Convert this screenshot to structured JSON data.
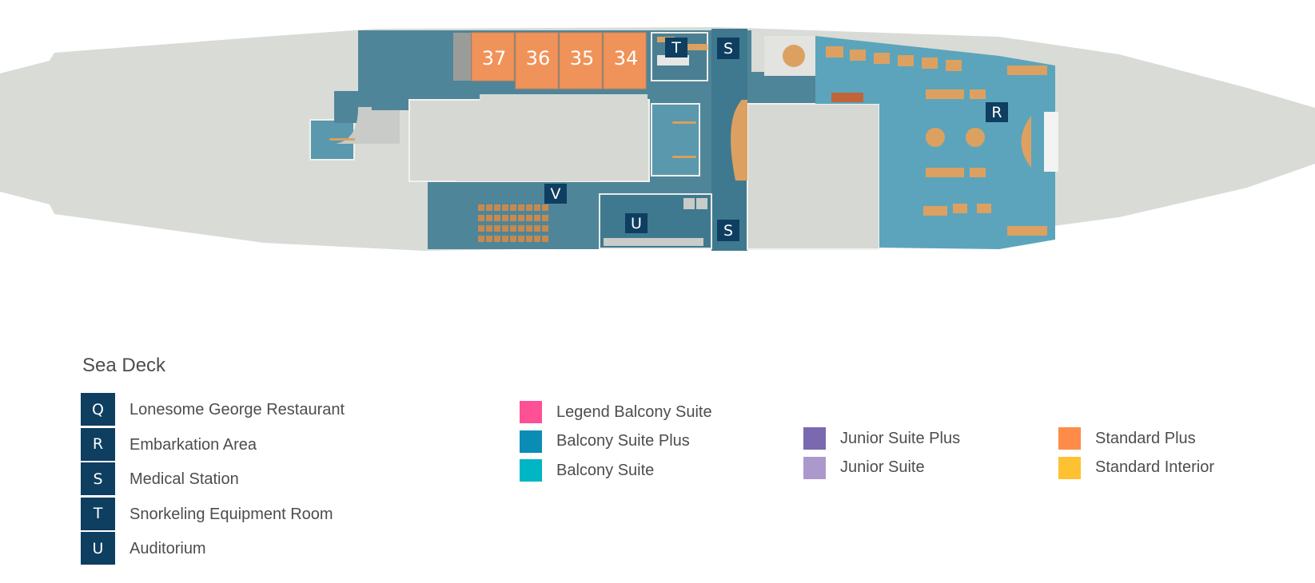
{
  "deck": {
    "title": "Sea Deck"
  },
  "plan": {
    "cabins": [
      {
        "number": "37",
        "category": "Standard Plus"
      },
      {
        "number": "36",
        "category": "Standard Plus"
      },
      {
        "number": "35",
        "category": "Standard Plus"
      },
      {
        "number": "34",
        "category": "Standard Plus"
      }
    ],
    "markers": {
      "R": "R",
      "S": "S",
      "T": "T",
      "U": "U",
      "V": "V"
    }
  },
  "facilities": [
    {
      "letter": "Q",
      "label": "Lonesome George Restaurant"
    },
    {
      "letter": "R",
      "label": "Embarkation Area"
    },
    {
      "letter": "S",
      "label": "Medical Station"
    },
    {
      "letter": "T",
      "label": "Snorkeling Equipment Room"
    },
    {
      "letter": "U",
      "label": "Auditorium"
    }
  ],
  "categories": [
    {
      "label": "Legend Balcony Suite",
      "color": "#fd5095"
    },
    {
      "label": "Balcony Suite Plus",
      "color": "#0a8db5"
    },
    {
      "label": "Balcony Suite",
      "color": "#00b5c4"
    },
    {
      "label": "Junior Suite Plus",
      "color": "#7a68b0"
    },
    {
      "label": "Junior Suite",
      "color": "#ac99cc"
    },
    {
      "label": "Standard Plus",
      "color": "#fe8c48"
    },
    {
      "label": "Standard Interior",
      "color": "#fec131"
    }
  ],
  "colors": {
    "hull": "#d8dad6",
    "floor": "#4f8599",
    "floor_light": "#5fa2b8",
    "marker": "#0e3e60",
    "cabin": "#f0935a",
    "furniture": "#dca160"
  }
}
